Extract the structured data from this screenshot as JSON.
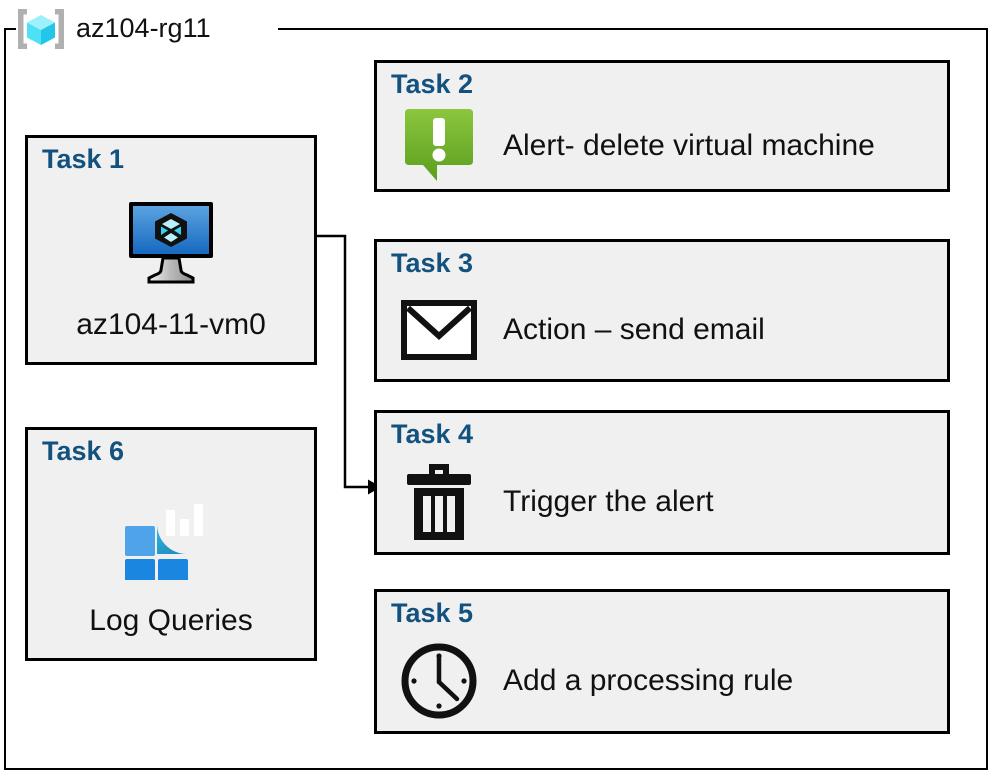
{
  "resource_group": {
    "label": "az104-rg11",
    "icon": "azure-resource-group-icon"
  },
  "colors": {
    "task_title": "#13517e",
    "card_background": "#f0f0f0",
    "card_border": "#000000",
    "alert_green_light": "#8cc63e",
    "alert_green_dark": "#5a9e1e",
    "vm_blue_light": "#5ba3e0",
    "vm_blue_dark": "#1668c1",
    "log_square_light": "#4fa3e8",
    "log_square_dark": "#1b86e0",
    "log_drop_top": "#32c8e8",
    "log_drop_bottom": "#1d7fb8",
    "cube_cyan_light": "#9ef0fb",
    "cube_cyan_dark": "#2fd0ef",
    "bracket_gray": "#b0b0b0",
    "connector": "#000000"
  },
  "cards": [
    {
      "id": "task1",
      "title": "Task 1",
      "caption": "az104-11-vm0",
      "icon": "virtual-machine-icon",
      "layout": "vertical"
    },
    {
      "id": "task6",
      "title": "Task 6",
      "caption": "Log Queries",
      "icon": "log-analytics-icon",
      "layout": "vertical"
    },
    {
      "id": "task2",
      "title": "Task 2",
      "caption": "Alert- delete virtual machine",
      "icon": "alert-bubble-icon",
      "layout": "horizontal"
    },
    {
      "id": "task3",
      "title": "Task 3",
      "caption": "Action – send email",
      "icon": "envelope-icon",
      "layout": "horizontal"
    },
    {
      "id": "task4",
      "title": "Task 4",
      "caption": "Trigger the alert",
      "icon": "trash-icon",
      "layout": "horizontal"
    },
    {
      "id": "task5",
      "title": "Task 5",
      "caption": "Add a processing rule",
      "icon": "clock-icon",
      "layout": "horizontal"
    }
  ],
  "connectors": [
    {
      "from": "task1-virtual-machine-icon",
      "to": "task4",
      "arrow": "end"
    }
  ]
}
